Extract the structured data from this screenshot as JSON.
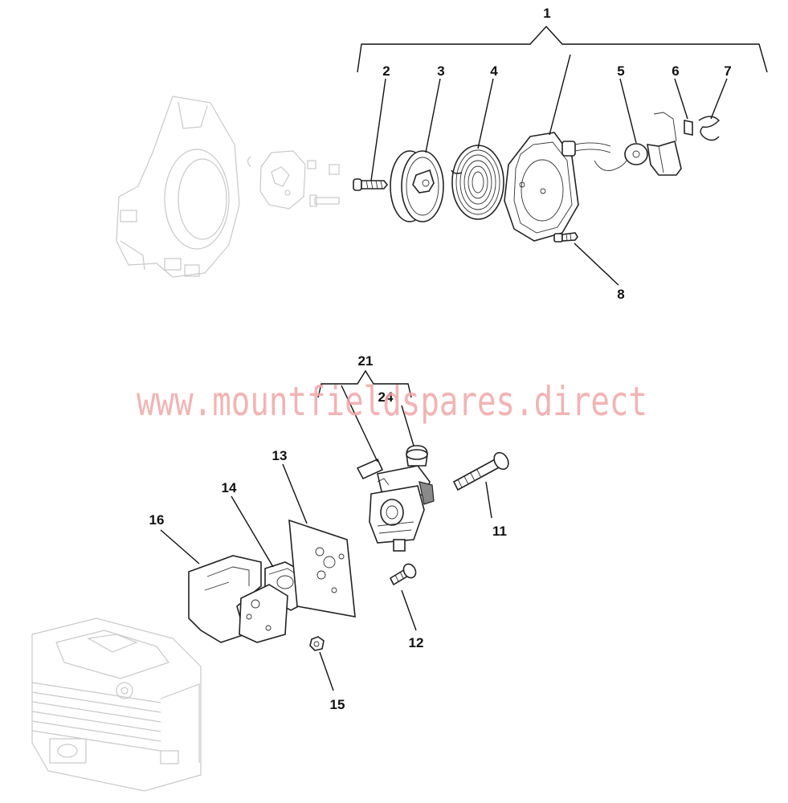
{
  "watermark": "www.mountfieldspares.direct",
  "callouts": {
    "c1": "1",
    "c2": "2",
    "c3": "3",
    "c4": "4",
    "c5": "5",
    "c6": "6",
    "c7": "7",
    "c8": "8",
    "c11": "11",
    "c12": "12",
    "c13": "13",
    "c14": "14",
    "c15": "15",
    "c16": "16",
    "c21": "21",
    "c24": "24"
  },
  "colors": {
    "watermark": "#f2a6a6",
    "ghost_parts": "#c9c9c9",
    "line_art": "#222222"
  }
}
